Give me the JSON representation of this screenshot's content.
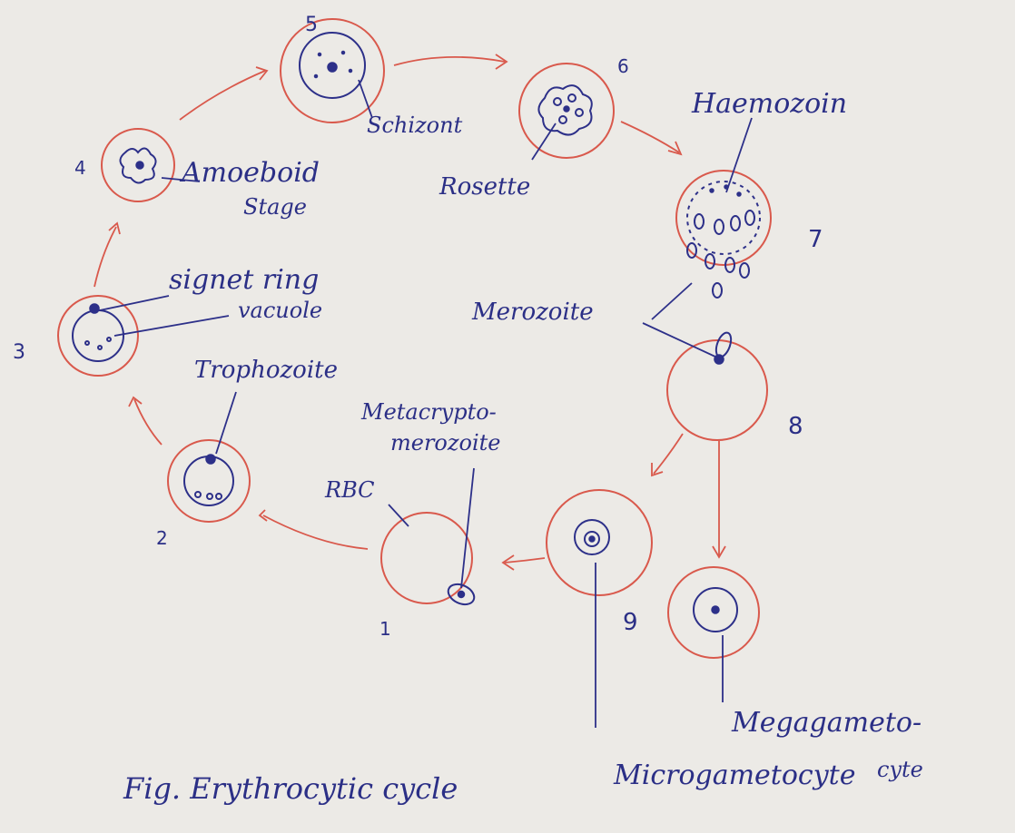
{
  "stage_numbers": {
    "s1": "1",
    "s2": "2",
    "s3": "3",
    "s4": "4",
    "s5": "5",
    "s6": "6",
    "s7": "7",
    "s8": "8",
    "s9": "9"
  },
  "labels": {
    "schizont": "Schizont",
    "haemozoin": "Haemozoin",
    "amoeboid_line1": "Amoeboid",
    "amoeboid_line2": "Stage",
    "rosette": "Rosette",
    "signet_ring": "signet ring",
    "vacuole": "vacuole",
    "merozoite": "Merozoite",
    "trophozoite": "Trophozoite",
    "metacrypto_line1": "Metacrypto-",
    "metacrypto_line2": "merozoite",
    "rbc": "RBC",
    "megagameto_line1": "Megagameto-",
    "megagameto_line2": "cyte",
    "microgameto": "Microgametocyte"
  },
  "caption": "Fig. Erythrocytic cycle",
  "colors": {
    "ink": "#2b2f86",
    "rbc_outline": "#d9594c",
    "paper": "#eceae6"
  }
}
